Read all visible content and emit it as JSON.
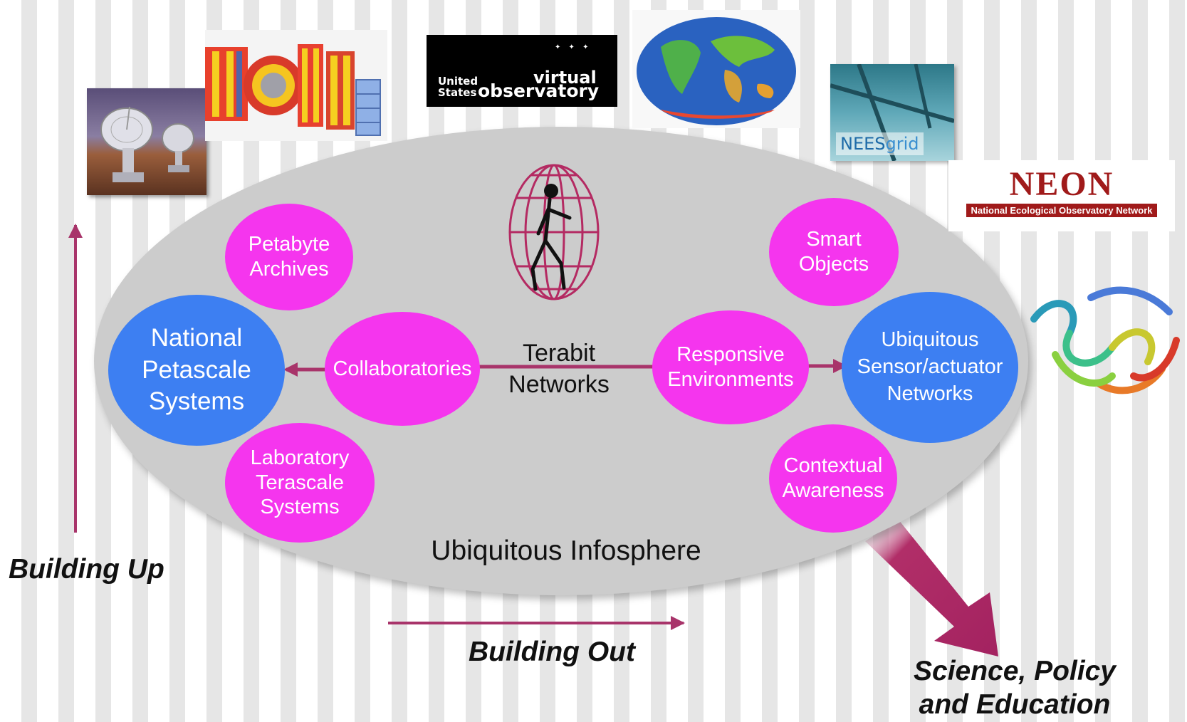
{
  "infosphere": {
    "label": "Ubiquitous Infosphere",
    "center_label_line1": "Terabit",
    "center_label_line2": "Networks"
  },
  "nodes": {
    "petabyte_archives": [
      "Petabyte",
      "Archives"
    ],
    "national_petascale": [
      "National",
      "Petascale",
      "Systems"
    ],
    "collaboratories": "Collaboratories",
    "laboratory_terascale": [
      "Laboratory",
      "Terascale",
      "Systems"
    ],
    "smart_objects": [
      "Smart",
      "Objects"
    ],
    "responsive_env": [
      "Responsive",
      "Environments"
    ],
    "ubiquitous_sensor": [
      "Ubiquitous",
      "Sensor/actuator",
      "Networks"
    ],
    "contextual_awareness": [
      "Contextual",
      "Awareness"
    ]
  },
  "axes": {
    "building_up": "Building Up",
    "building_out": "Building Out",
    "outcome_line1": "Science, Policy",
    "outcome_line2": "and Education"
  },
  "logos": {
    "usvo_line1": "United",
    "usvo_line2": "States",
    "usvo_word1": "virtual",
    "usvo_word2": "observatory",
    "nees_a": "NEES",
    "nees_b": "grid",
    "neon_title": "NEON",
    "neon_subtitle": "National Ecological Observatory Network"
  },
  "colors": {
    "pink_node": "#f535ee",
    "blue_node": "#3d7ff2",
    "arrow": "#a8346a",
    "infosphere": "#cccccc"
  }
}
